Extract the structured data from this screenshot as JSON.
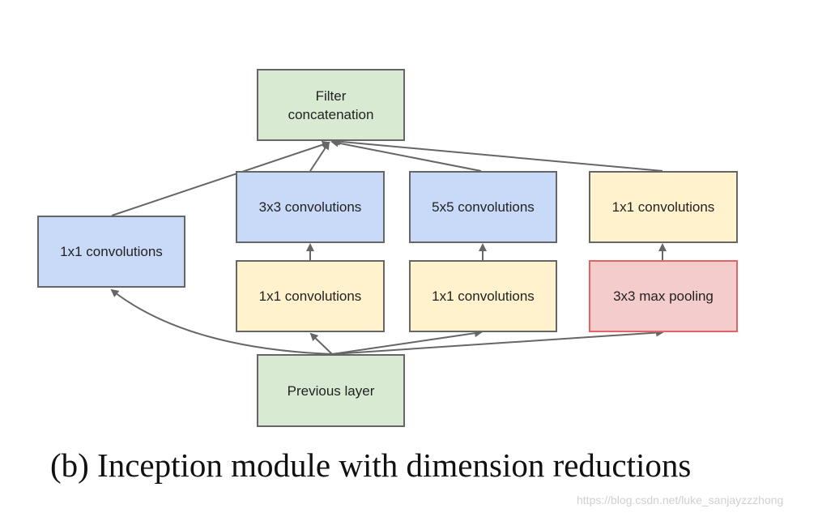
{
  "diagram": {
    "nodes": {
      "filter_concat": "Filter\nconcatenation",
      "conv1x1_left": "1x1 convolutions",
      "conv3x3": "3x3 convolutions",
      "conv5x5": "5x5 convolutions",
      "conv1x1_pool_proj": "1x1 convolutions",
      "conv1x1_reduce_3x3": "1x1 convolutions",
      "conv1x1_reduce_5x5": "1x1 convolutions",
      "maxpool3x3": "3x3 max pooling",
      "previous_layer": "Previous layer"
    },
    "edges": [
      {
        "from": "previous_layer",
        "to": "conv1x1_left"
      },
      {
        "from": "previous_layer",
        "to": "conv1x1_reduce_3x3"
      },
      {
        "from": "previous_layer",
        "to": "conv1x1_reduce_5x5"
      },
      {
        "from": "previous_layer",
        "to": "maxpool3x3"
      },
      {
        "from": "conv1x1_reduce_3x3",
        "to": "conv3x3"
      },
      {
        "from": "conv1x1_reduce_5x5",
        "to": "conv5x5"
      },
      {
        "from": "maxpool3x3",
        "to": "conv1x1_pool_proj"
      },
      {
        "from": "conv1x1_left",
        "to": "filter_concat"
      },
      {
        "from": "conv3x3",
        "to": "filter_concat"
      },
      {
        "from": "conv5x5",
        "to": "filter_concat"
      },
      {
        "from": "conv1x1_pool_proj",
        "to": "filter_concat"
      }
    ],
    "colors": {
      "green": "#d9ead3",
      "blue": "#c9daf8",
      "yellow": "#fff2cc",
      "red": "#f4cccc",
      "red_border": "#e06666",
      "border": "#666666",
      "arrow": "#666666"
    }
  },
  "caption": "(b)  Inception module with dimension reductions",
  "watermark": "https://blog.csdn.net/luke_sanjayzzzhong"
}
